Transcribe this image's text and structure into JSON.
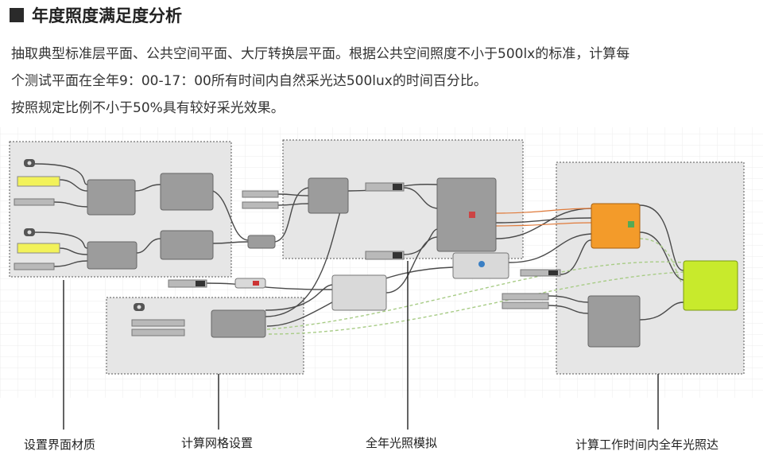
{
  "heading": "年度照度满足度分析",
  "paragraphs": [
    "抽取典型标准层平面、公共空间平面、大厅转换层平面。根据公共空间照度不小于500lx的标准，计算每",
    "个测试平面在全年9：00-17：00所有时间内自然采光达500lux的时间百分比。",
    "按照规定比例不小于50%具有较好采光效果。"
  ],
  "groups": [
    {
      "label": "设置界面材质"
    },
    {
      "label": "计算网格设置"
    },
    {
      "label": "全年光照模拟"
    },
    {
      "label": "计算工作时间内全年光照达"
    }
  ],
  "colors": {
    "group_fill": "#e6e6e6",
    "component": "#9c9c9c",
    "panel_yellow": "#f2f25a",
    "orange": "#f39b2a",
    "lime": "#c8ea2c",
    "wire": "#4a4a4a",
    "wire_orange": "#e07a3a",
    "wire_green": "#a8cc86"
  }
}
